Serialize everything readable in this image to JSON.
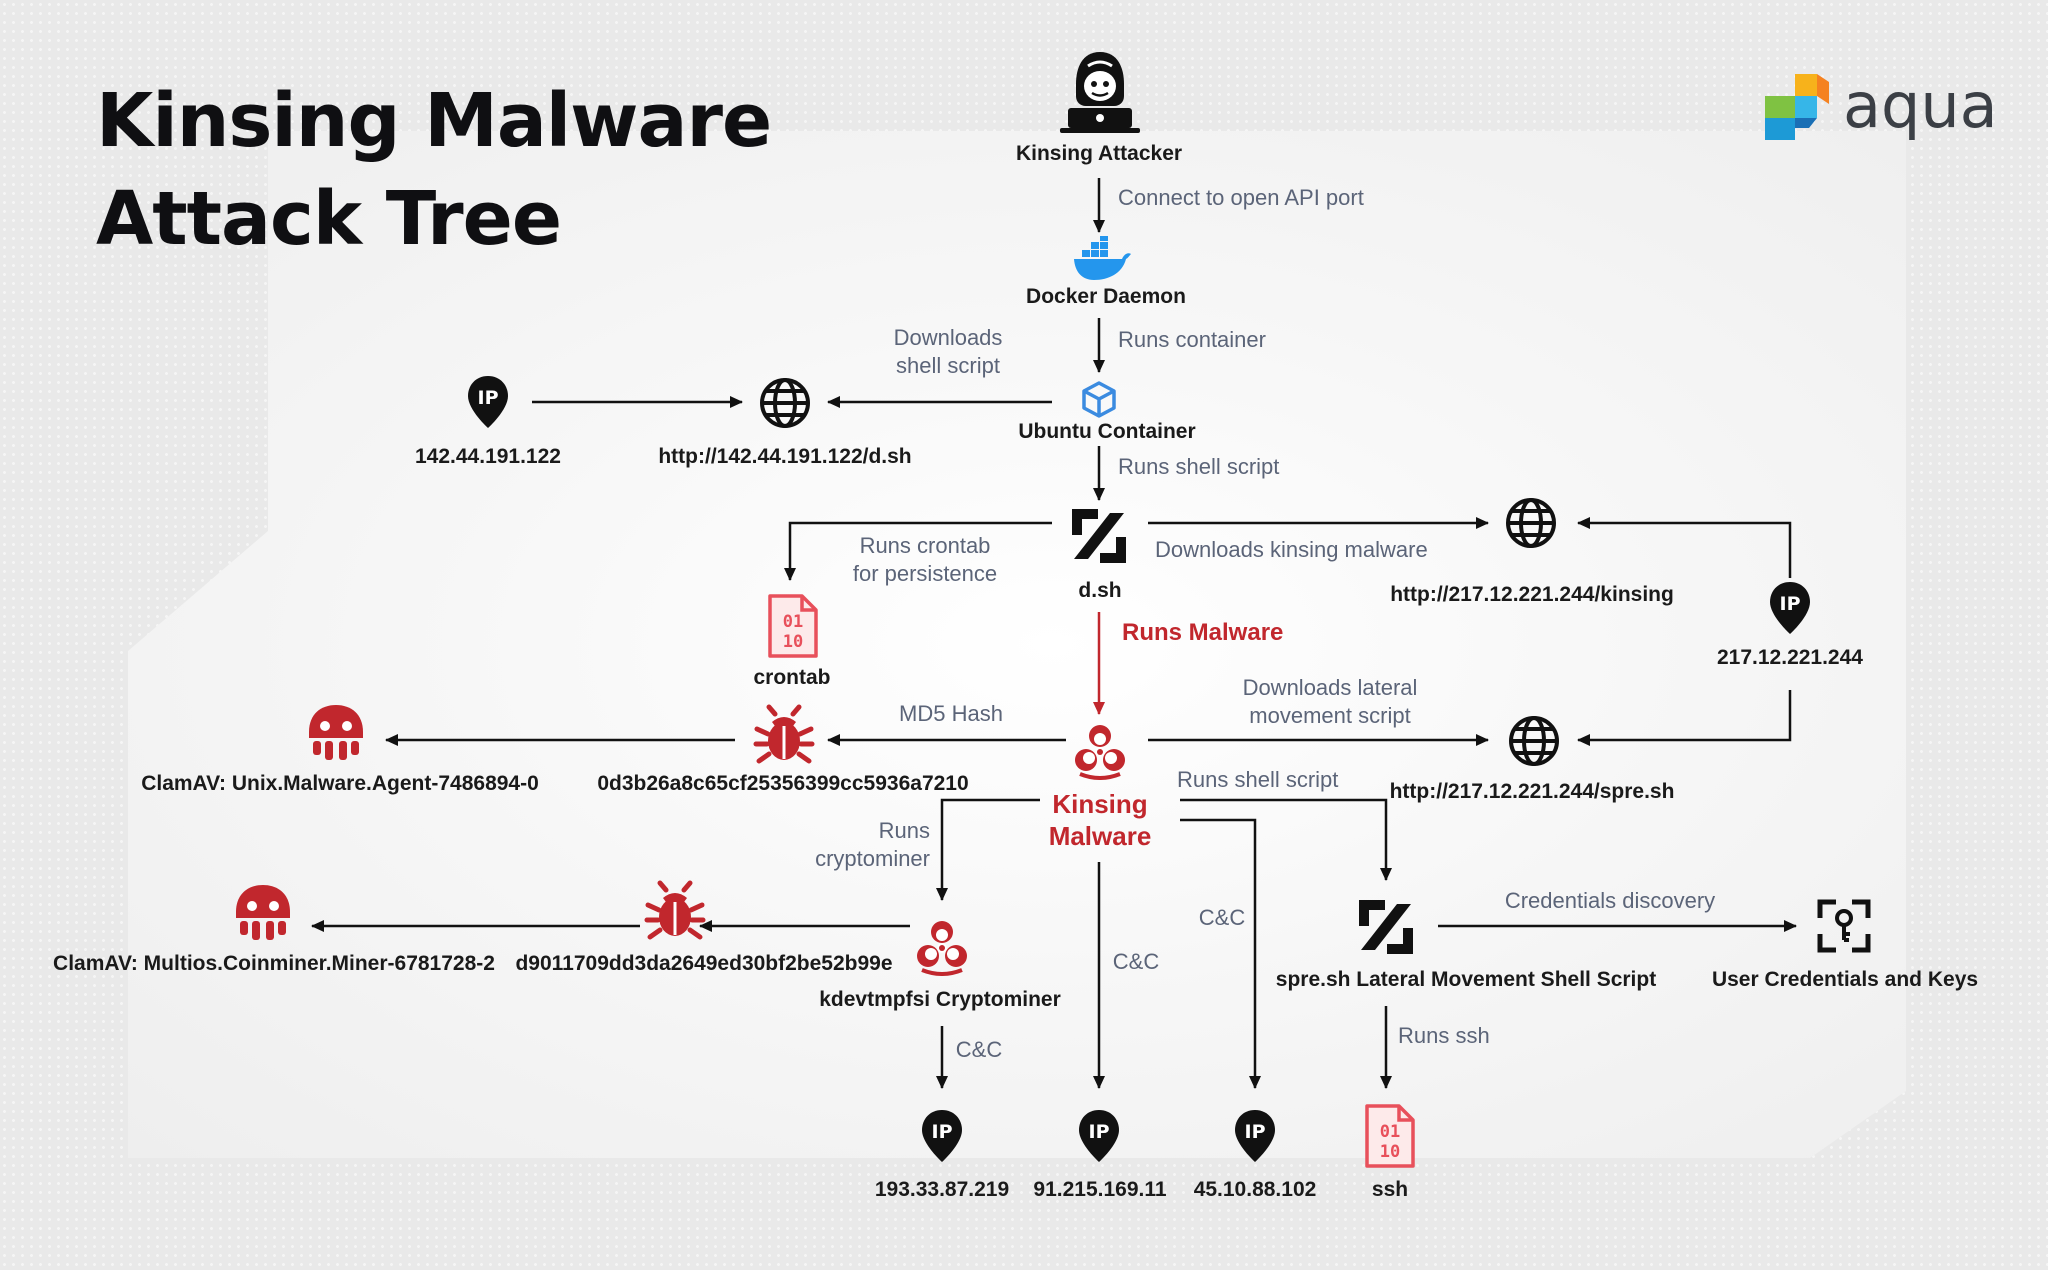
{
  "title_line1": "Kinsing Malware",
  "title_line2": "Attack Tree",
  "logo_text": "aqua",
  "colors": {
    "malware_red": "#c1272d",
    "edge_text": "#5b6478",
    "docker_blue": "#2496ed",
    "container_blue": "#3b8be0"
  },
  "nodes": {
    "attacker": "Kinsing Attacker",
    "docker": "Docker Daemon",
    "ubuntu": "Ubuntu Container",
    "dsh": "d.sh",
    "ip_142": "142.44.191.122",
    "url_dsh": "http://142.44.191.122/d.sh",
    "crontab": "crontab",
    "url_kinsing": "http://217.12.221.244/kinsing",
    "ip_217": "217.12.221.244",
    "url_spre": "http://217.12.221.244/spre.sh",
    "kinsing_malware": "Kinsing Malware",
    "hash_kinsing": "0d3b26a8c65cf25356399cc5936a7210",
    "clamav_agent": "ClamAV: Unix.Malware.Agent-7486894-0",
    "cryptominer": "kdevtmpfsi Cryptominer",
    "hash_miner": "d9011709dd3da2649ed30bf2be52b99e",
    "clamav_miner": "ClamAV: Multios.Coinminer.Miner-6781728-2",
    "spre": "spre.sh Lateral Movement Shell Script",
    "user_creds": "User Credentials and Keys",
    "ip_193": "193.33.87.219",
    "ip_91": "91.215.169.11",
    "ip_45": "45.10.88.102",
    "ssh": "ssh"
  },
  "edges": {
    "connect_api": "Connect to open API port",
    "runs_container": "Runs container",
    "downloads_shell_1": "Downloads",
    "downloads_shell_2": "shell script",
    "runs_shell_script": "Runs shell script",
    "runs_crontab_1": "Runs crontab",
    "runs_crontab_2": "for persistence",
    "downloads_kinsing": "Downloads kinsing malware",
    "runs_malware": "Runs Malware",
    "md5_hash": "MD5 Hash",
    "downloads_lateral_1": "Downloads lateral",
    "downloads_lateral_2": "movement script",
    "runs_shell_script_2": "Runs shell script",
    "runs_cryptominer_1": "Runs",
    "runs_cryptominer_2": "cryptominer",
    "cc": "C&C",
    "credentials_discovery": "Credentials discovery",
    "runs_ssh": "Runs ssh"
  },
  "icons": {
    "ip_pin": "ip-pin-icon",
    "globe": "globe-icon",
    "hacker": "hacker-icon",
    "docker": "docker-whale-icon",
    "container": "container-cube-icon",
    "script": "script-slash-icon",
    "binary_file": "binary-file-icon",
    "bug": "bug-icon",
    "biohazard": "biohazard-icon",
    "antivirus": "antivirus-jellyfish-icon",
    "credentials": "credentials-key-icon"
  }
}
